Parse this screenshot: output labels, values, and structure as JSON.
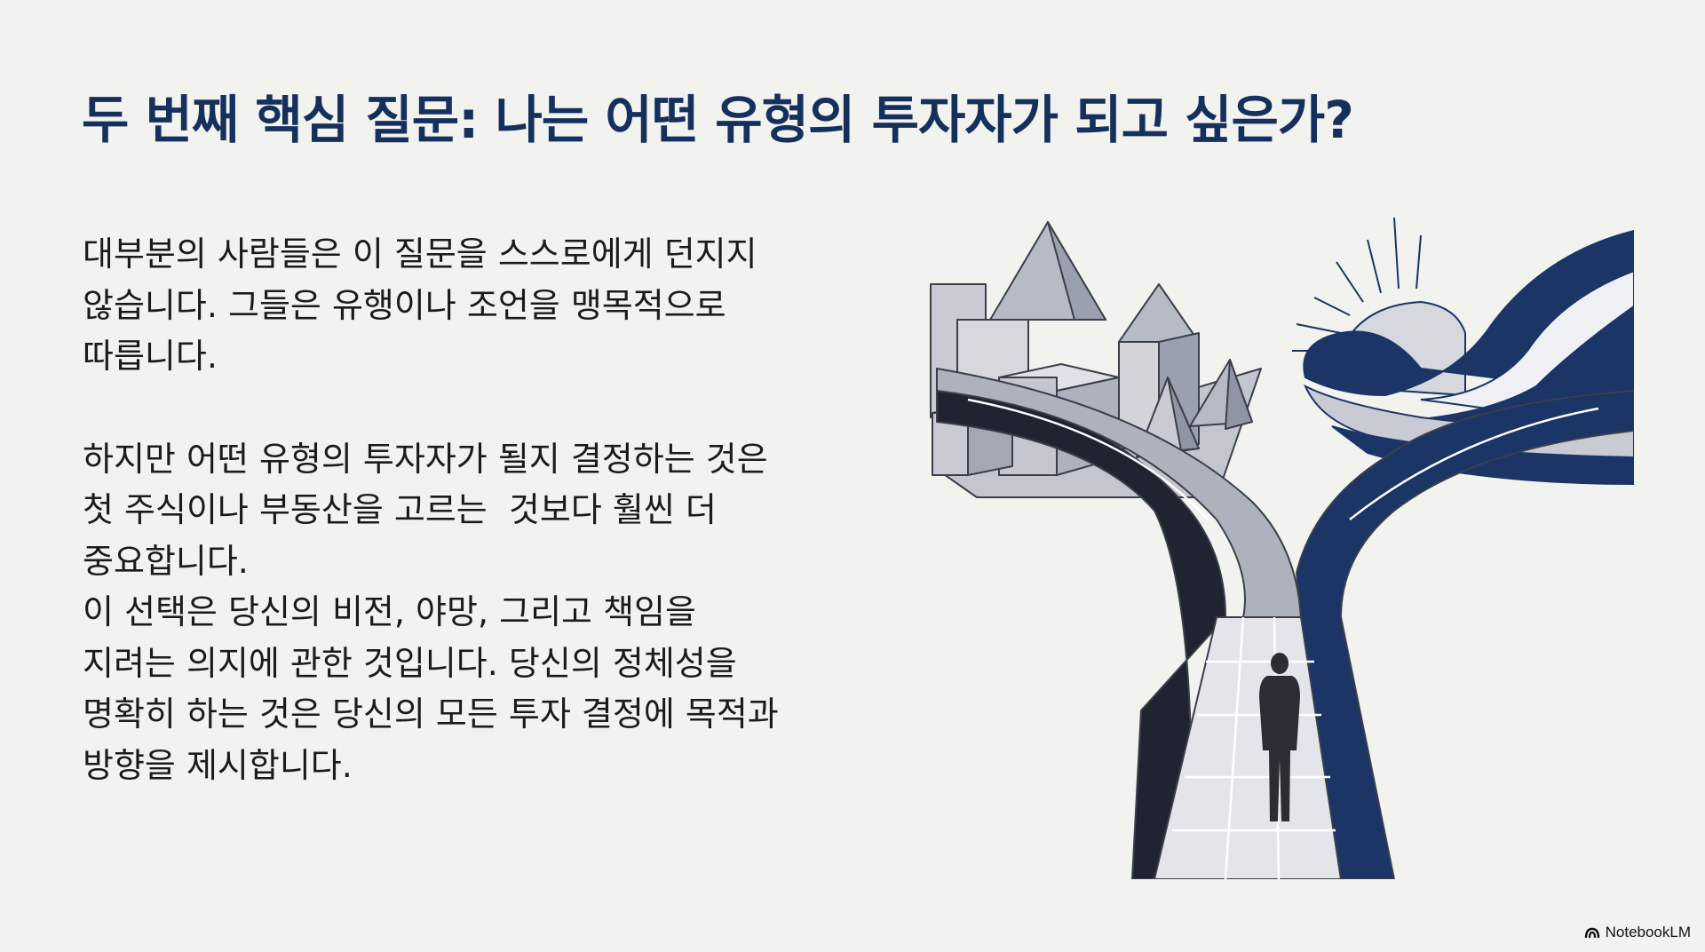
{
  "slide": {
    "title": "두 번째 핵심 질문: 나는 어떤 유형의 투자자가 되고 싶은가?",
    "paragraph1": [
      "대부분의 사람들은 이 질문을 스스로에게 던지지",
      "않습니다. 그들은 유행이나 조언을 맹목적으로",
      "따릅니다."
    ],
    "paragraph2": [
      "하지만 어떤 유형의 투자자가 될지 결정하는 것은",
      "첫 주식이나 부동산을 고르는  것보다 훨씬 더",
      "중요합니다.",
      "이 선택은 당신의 비전, 야망, 그리고 책임을",
      "지려는 의지에 관한 것입니다. 당신의 정체성을",
      "명확히 하는 것은 당신의 모든 투자 결정에 목적과",
      "방향을 제시합니다."
    ]
  },
  "branding": {
    "label": "NotebookLM",
    "icon": "notebooklm-logo-icon"
  },
  "colors": {
    "title": "#16305e",
    "navy": "#1a3566",
    "gray": "#a9adb8",
    "background": "#f2f2ee"
  }
}
